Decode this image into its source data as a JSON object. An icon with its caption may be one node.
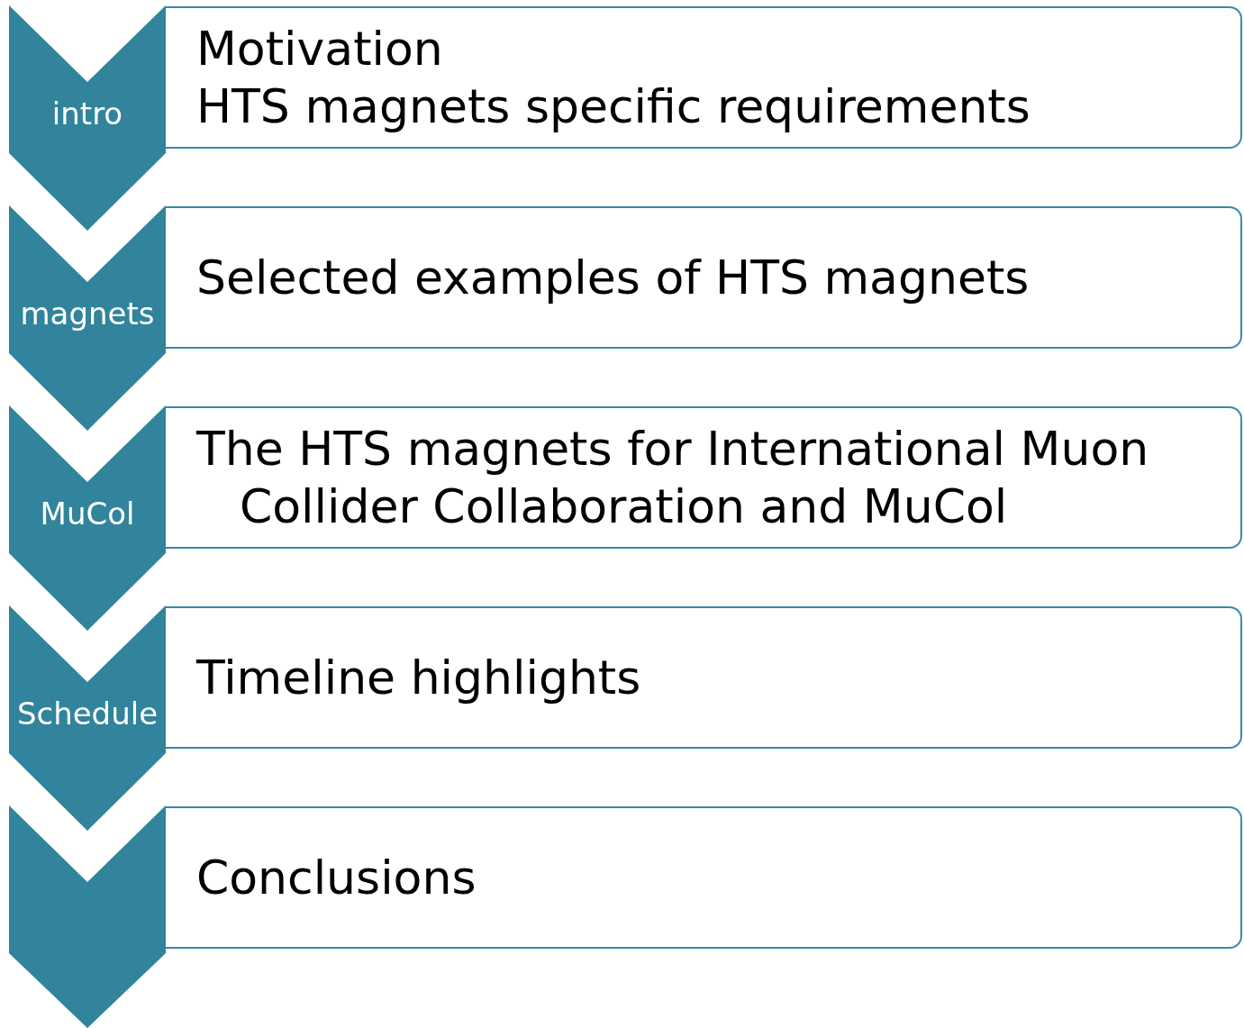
{
  "diagram": {
    "nodes": [
      {
        "text": [
          "intro"
        ]
      },
      {
        "text": [
          "Motivation",
          "HTS magnets specific requirements"
        ]
      },
      {
        "text": [
          "magnets"
        ]
      },
      {
        "text": [
          "Selected examples of HTS magnets"
        ]
      },
      {
        "text": [
          "MuCol"
        ]
      },
      {
        "text": [
          "The HTS magnets for International Muon Collider Collaboration and MuCol"
        ]
      },
      {
        "text": [
          "Schedule"
        ]
      },
      {
        "text": [
          "Timeline highlights"
        ]
      },
      {
        "text": [],
        "shape": "chevron"
      },
      {
        "text": [
          "Conclusions"
        ]
      }
    ]
  }
}
